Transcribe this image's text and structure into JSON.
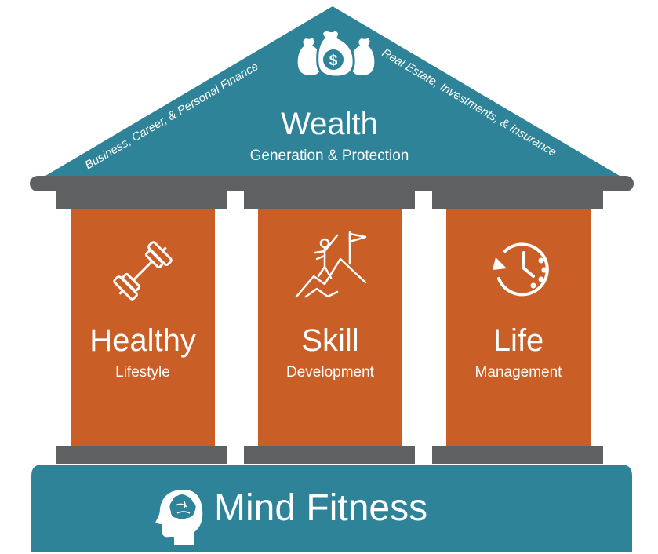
{
  "colors": {
    "teal": "#2e8399",
    "orange": "#c95e27",
    "gray": "#5f6062",
    "white": "#ffffff"
  },
  "roof": {
    "title": "Wealth",
    "subtitle": "Generation & Protection",
    "left_text": "Business, Career, & Personal Finance",
    "right_text": "Real Estate, Investments, & Insurance",
    "icon": "money-bags-icon"
  },
  "pillars": [
    {
      "title": "Healthy",
      "subtitle": "Lifestyle",
      "icon": "dumbbell-icon"
    },
    {
      "title": "Skill",
      "subtitle": "Development",
      "icon": "mountain-climber-icon"
    },
    {
      "title": "Life",
      "subtitle": "Management",
      "icon": "clock-icon"
    }
  ],
  "base": {
    "title": "Mind Fitness",
    "icon": "brain-head-icon"
  }
}
